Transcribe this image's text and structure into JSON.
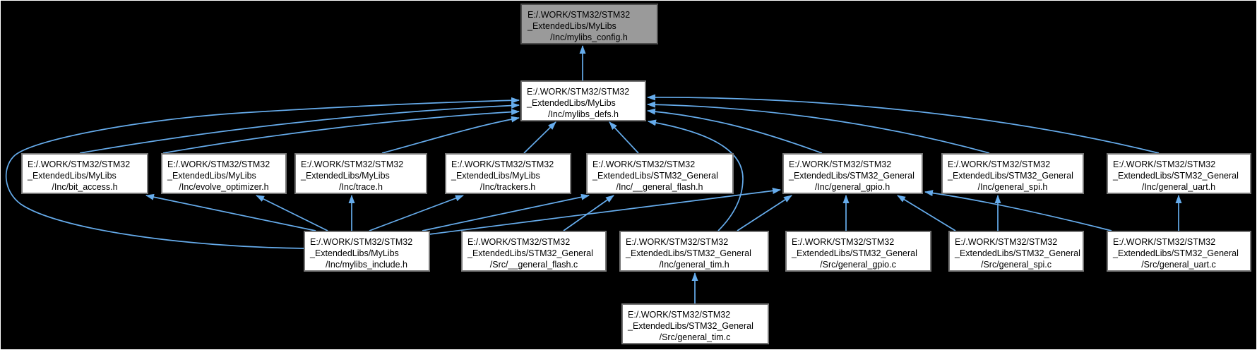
{
  "diagram": {
    "title": "Doxygen included-by dependency graph for mylibs_config.h",
    "colors": {
      "page-bg": "#000000",
      "frame-border": "#FFFFFF",
      "edge-color": "#66ACEC",
      "node-fill": "#FFFFFF",
      "node-border": "#767676",
      "node-text": "#000000",
      "root-fill": "#9A9A9A",
      "root-border": "#4D4D4D"
    }
  },
  "nodes": [
    {
      "id": "mylibs_config_h",
      "lines": [
        "E:/.WORK/STM32/STM32",
        "_ExtendedLibs/MyLibs",
        "/Inc/mylibs_config.h"
      ]
    },
    {
      "id": "mylibs_defs_h",
      "lines": [
        "E:/.WORK/STM32/STM32",
        "_ExtendedLibs/MyLibs",
        "/Inc/mylibs_defs.h"
      ]
    },
    {
      "id": "bit_access_h",
      "lines": [
        "E:/.WORK/STM32/STM32",
        "_ExtendedLibs/MyLibs",
        "/Inc/bit_access.h"
      ]
    },
    {
      "id": "evolve_optimizer_h",
      "lines": [
        "E:/.WORK/STM32/STM32",
        "_ExtendedLibs/MyLibs",
        "/Inc/evolve_optimizer.h"
      ]
    },
    {
      "id": "trace_h",
      "lines": [
        "E:/.WORK/STM32/STM32",
        "_ExtendedLibs/MyLibs",
        "/Inc/trace.h"
      ]
    },
    {
      "id": "trackers_h",
      "lines": [
        "E:/.WORK/STM32/STM32",
        "_ExtendedLibs/MyLibs",
        "/Inc/trackers.h"
      ]
    },
    {
      "id": "general_flash_h",
      "lines": [
        "E:/.WORK/STM32/STM32",
        "_ExtendedLibs/STM32_General",
        "/Inc/__general_flash.h"
      ]
    },
    {
      "id": "general_gpio_h",
      "lines": [
        "E:/.WORK/STM32/STM32",
        "_ExtendedLibs/STM32_General",
        "/Inc/general_gpio.h"
      ]
    },
    {
      "id": "general_spi_h",
      "lines": [
        "E:/.WORK/STM32/STM32",
        "_ExtendedLibs/STM32_General",
        "/Inc/general_spi.h"
      ]
    },
    {
      "id": "general_uart_h",
      "lines": [
        "E:/.WORK/STM32/STM32",
        "_ExtendedLibs/STM32_General",
        "/Inc/general_uart.h"
      ]
    },
    {
      "id": "mylibs_include_h",
      "lines": [
        "E:/.WORK/STM32/STM32",
        "_ExtendedLibs/MyLibs",
        "/Inc/mylibs_include.h"
      ]
    },
    {
      "id": "general_flash_c",
      "lines": [
        "E:/.WORK/STM32/STM32",
        "_ExtendedLibs/STM32_General",
        "/Src/__general_flash.c"
      ]
    },
    {
      "id": "general_tim_h",
      "lines": [
        "E:/.WORK/STM32/STM32",
        "_ExtendedLibs/STM32_General",
        "/Inc/general_tim.h"
      ]
    },
    {
      "id": "general_gpio_c",
      "lines": [
        "E:/.WORK/STM32/STM32",
        "_ExtendedLibs/STM32_General",
        "/Src/general_gpio.c"
      ]
    },
    {
      "id": "general_spi_c",
      "lines": [
        "E:/.WORK/STM32/STM32",
        "_ExtendedLibs/STM32_General",
        "/Src/general_spi.c"
      ]
    },
    {
      "id": "general_uart_c",
      "lines": [
        "E:/.WORK/STM32/STM32",
        "_ExtendedLibs/STM32_General",
        "/Src/general_uart.c"
      ]
    },
    {
      "id": "general_tim_c",
      "lines": [
        "E:/.WORK/STM32/STM32",
        "_ExtendedLibs/STM32_General",
        "/Src/general_tim.c"
      ]
    }
  ],
  "edges": [
    {
      "from": "mylibs_defs_h",
      "to": "mylibs_config_h"
    },
    {
      "from": "bit_access_h",
      "to": "mylibs_defs_h"
    },
    {
      "from": "evolve_optimizer_h",
      "to": "mylibs_defs_h"
    },
    {
      "from": "trace_h",
      "to": "mylibs_defs_h"
    },
    {
      "from": "mylibs_include_h",
      "to": "mylibs_defs_h"
    },
    {
      "from": "trackers_h",
      "to": "mylibs_defs_h"
    },
    {
      "from": "general_flash_h",
      "to": "mylibs_defs_h"
    },
    {
      "from": "general_gpio_h",
      "to": "mylibs_defs_h"
    },
    {
      "from": "general_spi_h",
      "to": "mylibs_defs_h"
    },
    {
      "from": "general_uart_h",
      "to": "mylibs_defs_h"
    },
    {
      "from": "general_tim_h",
      "to": "mylibs_defs_h"
    },
    {
      "from": "mylibs_include_h",
      "to": "bit_access_h"
    },
    {
      "from": "mylibs_include_h",
      "to": "evolve_optimizer_h"
    },
    {
      "from": "mylibs_include_h",
      "to": "trace_h"
    },
    {
      "from": "mylibs_include_h",
      "to": "trackers_h"
    },
    {
      "from": "mylibs_include_h",
      "to": "general_flash_h"
    },
    {
      "from": "mylibs_include_h",
      "to": "general_gpio_h"
    },
    {
      "from": "general_flash_c",
      "to": "general_flash_h"
    },
    {
      "from": "general_tim_h",
      "to": "general_gpio_h"
    },
    {
      "from": "general_gpio_c",
      "to": "general_gpio_h"
    },
    {
      "from": "general_spi_c",
      "to": "general_gpio_h"
    },
    {
      "from": "general_uart_c",
      "to": "general_gpio_h"
    },
    {
      "from": "general_spi_c",
      "to": "general_spi_h"
    },
    {
      "from": "general_uart_c",
      "to": "general_uart_h"
    },
    {
      "from": "general_tim_c",
      "to": "general_tim_h"
    }
  ]
}
